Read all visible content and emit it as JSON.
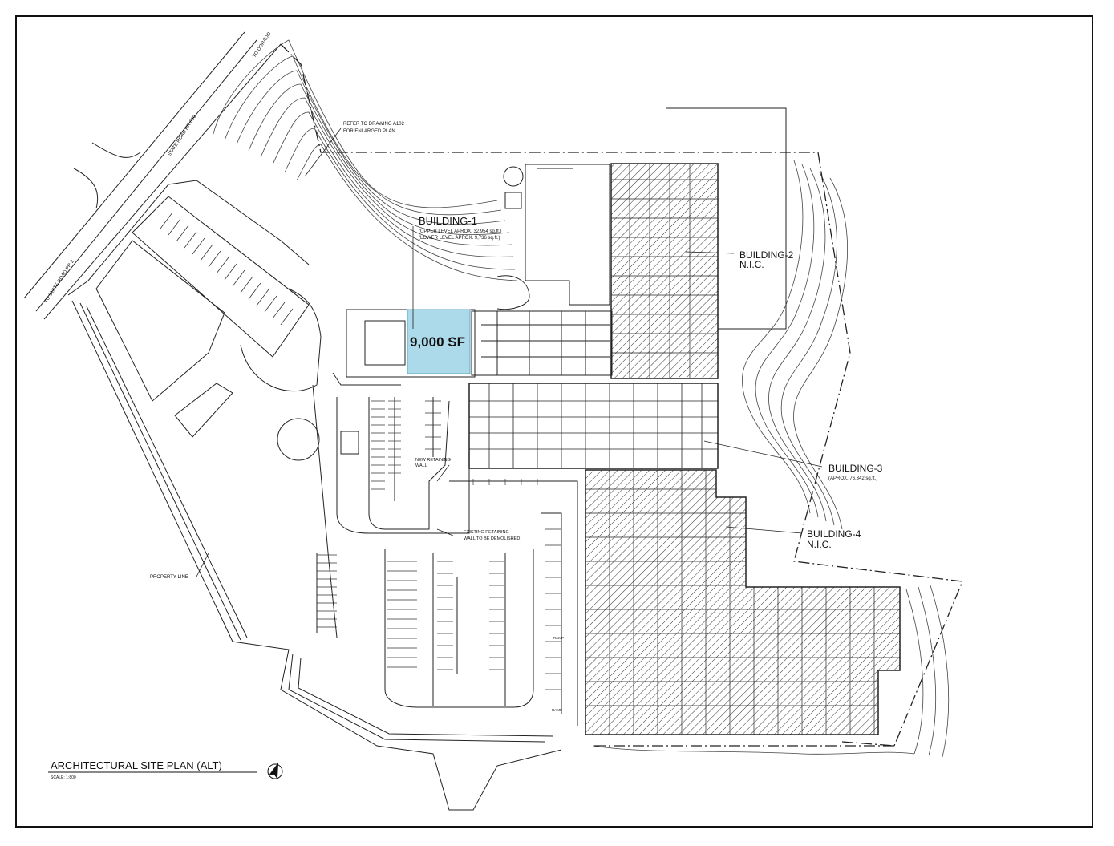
{
  "labels": {
    "road_to_dorado": "TO DORADO",
    "road_state_690": "STATE ROAD PR-690",
    "road_state_2": "TO STATE ROAD PR-2",
    "refer_note_1": "REFER TO DRAWING A102",
    "refer_note_2": "FOR ENLARGED PLAN",
    "building1_title": "BUILDING-1",
    "building1_upper": "(UPPER LEVEL APROX. 32,954 sq.ft.)",
    "building1_lower": "(LOWER LEVEL APROX. 9,736 sq.ft.)",
    "building2_title": "BUILDING-2",
    "building2_nic": "N.I.C.",
    "building3_title": "BUILDING-3",
    "building3_area": "(APROX. 76,342 sq.ft.)",
    "building4_title": "BUILDING-4",
    "building4_nic": "N.I.C.",
    "highlight_area": "9,000 SF",
    "new_retaining_1": "NEW RETAINING",
    "new_retaining_2": "WALL",
    "existing_retaining_1": "EXISTING RETAINING",
    "existing_retaining_2": "WALL TO BE DEMOLISHED",
    "property_line": "PROPERTY LINE",
    "ramp_1": "RAMP",
    "ramp_2": "RAMP",
    "plan_title": "ARCHITECTURAL SITE PLAN (ALT)",
    "scale": "SCALE: 1:800"
  },
  "colors": {
    "line": "#1a1a1a",
    "highlight_fill": "#9fd3e6",
    "highlight_stroke": "#5aa9c7",
    "hatch": "#333333"
  }
}
